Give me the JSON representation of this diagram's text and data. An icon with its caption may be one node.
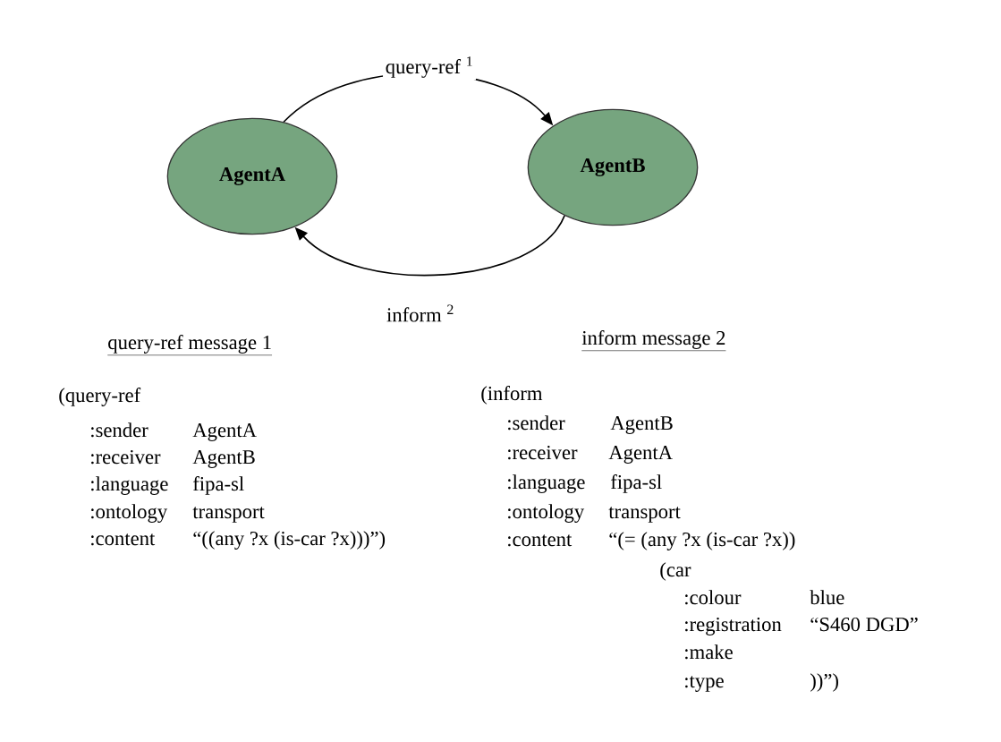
{
  "diagram": {
    "nodes": [
      {
        "text": [
          "AgentA"
        ]
      },
      {
        "text": [
          "AgentB"
        ]
      }
    ],
    "edges": [
      {
        "from": 0,
        "to": 1,
        "arrow": "to",
        "label": "query-ref $^{1}$"
      },
      {
        "from": 1,
        "to": 0,
        "arrow": "to",
        "label": "inform $^{2}$"
      }
    ],
    "labels": [
      "query-ref message 1",
      "(query-ref",
      ":sender",
      "AgentA",
      ":receiver",
      "AgentB",
      ":language",
      "fipa-sl",
      ":ontology",
      "transport",
      ":content",
      "“((any ?x (is-car ?x)))”)",
      "inform message 2",
      "(inform",
      ":sender",
      "AgentB",
      ":receiver",
      "AgentA",
      ":language",
      "fipa-sl",
      ":ontology",
      "transport",
      ":content",
      "“(= (any ?x (is-car ?x))",
      "(car",
      ":colour",
      "blue",
      ":registration",
      "“S460 DGD”",
      ":make",
      ":type",
      "))”)"
    ]
  }
}
